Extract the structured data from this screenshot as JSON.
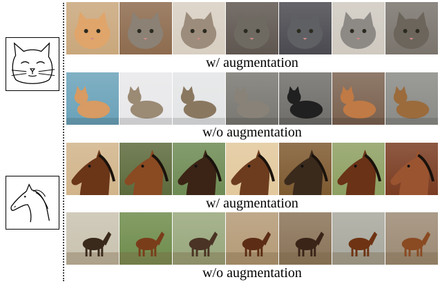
{
  "captions": {
    "cat_with": "w/ augmentation",
    "cat_without": "w/o augmentation",
    "horse_with": "w/ augmentation",
    "horse_without": "w/o augmentation"
  },
  "sketches": [
    {
      "subject": "cat",
      "icon": "cat-sketch-icon"
    },
    {
      "subject": "horse",
      "icon": "horse-sketch-icon"
    }
  ],
  "rows": [
    {
      "subject": "cat-face",
      "bg": [
        "#c9a77c",
        "#8d6b4e",
        "#d8cfc2",
        "#5f5650",
        "#4a4a50",
        "#cfc9c0",
        "#7a746d"
      ],
      "fg": [
        "#e0a56a",
        "#8b8175",
        "#9c8c7c",
        "#6e6a62",
        "#5f6064",
        "#8d8a86",
        "#6c655c"
      ]
    },
    {
      "subject": "cat-body",
      "bg": [
        "#6aa2b9",
        "#e8e8ea",
        "#e3e5e6",
        "#7a7872",
        "#6f6e6a",
        "#7b6250",
        "#8a8a86"
      ],
      "fg": [
        "#d79b63",
        "#9b8a74",
        "#8a7760",
        "#888278",
        "#202020",
        "#c07a45",
        "#9b6b3c"
      ]
    },
    {
      "subject": "horse-head",
      "bg": [
        "#d1b48a",
        "#5d6a3c",
        "#6e8b54",
        "#e2c89c",
        "#7e5a30",
        "#8ea062",
        "#7a3c22"
      ],
      "fg": [
        "#6b3518",
        "#8a4a22",
        "#3b2415",
        "#6d3c1e",
        "#3a2a1c",
        "#6a3216",
        "#9a5430"
      ]
    },
    {
      "subject": "horse-full",
      "bg": [
        "#c9c2b0",
        "#6f8c4c",
        "#98a77c",
        "#b49a76",
        "#8a7358",
        "#a8a89e",
        "#9c8a74"
      ],
      "fg": [
        "#3a2a1c",
        "#7a3d1a",
        "#4a3324",
        "#5c2c14",
        "#3a2418",
        "#6e3312",
        "#8a4a22"
      ]
    }
  ]
}
